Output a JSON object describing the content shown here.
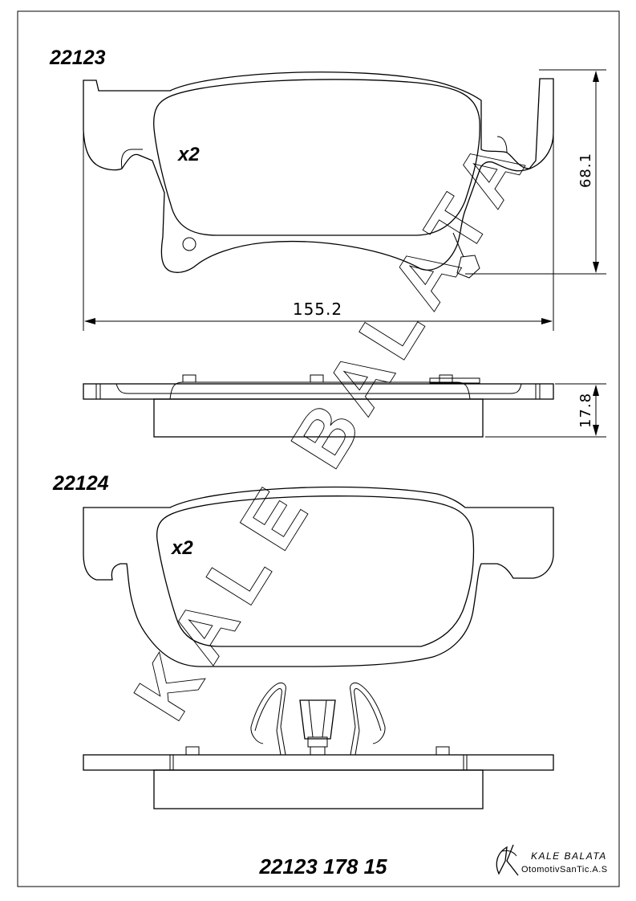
{
  "drawing": {
    "part_a": {
      "label": "22123",
      "qty": "x2"
    },
    "part_b": {
      "label": "22124",
      "qty": "x2"
    },
    "dimensions": {
      "width": "155.2",
      "height": "68.1",
      "thickness": "17.8"
    },
    "footer_code": "22123 178 15",
    "brand": {
      "name": "KALE BALATA",
      "company": "OtomotivSanTic.A.S",
      "watermark_letters": [
        "K",
        "A",
        "L",
        "E",
        "B",
        "A",
        "L",
        "A",
        "T",
        "A"
      ]
    }
  }
}
